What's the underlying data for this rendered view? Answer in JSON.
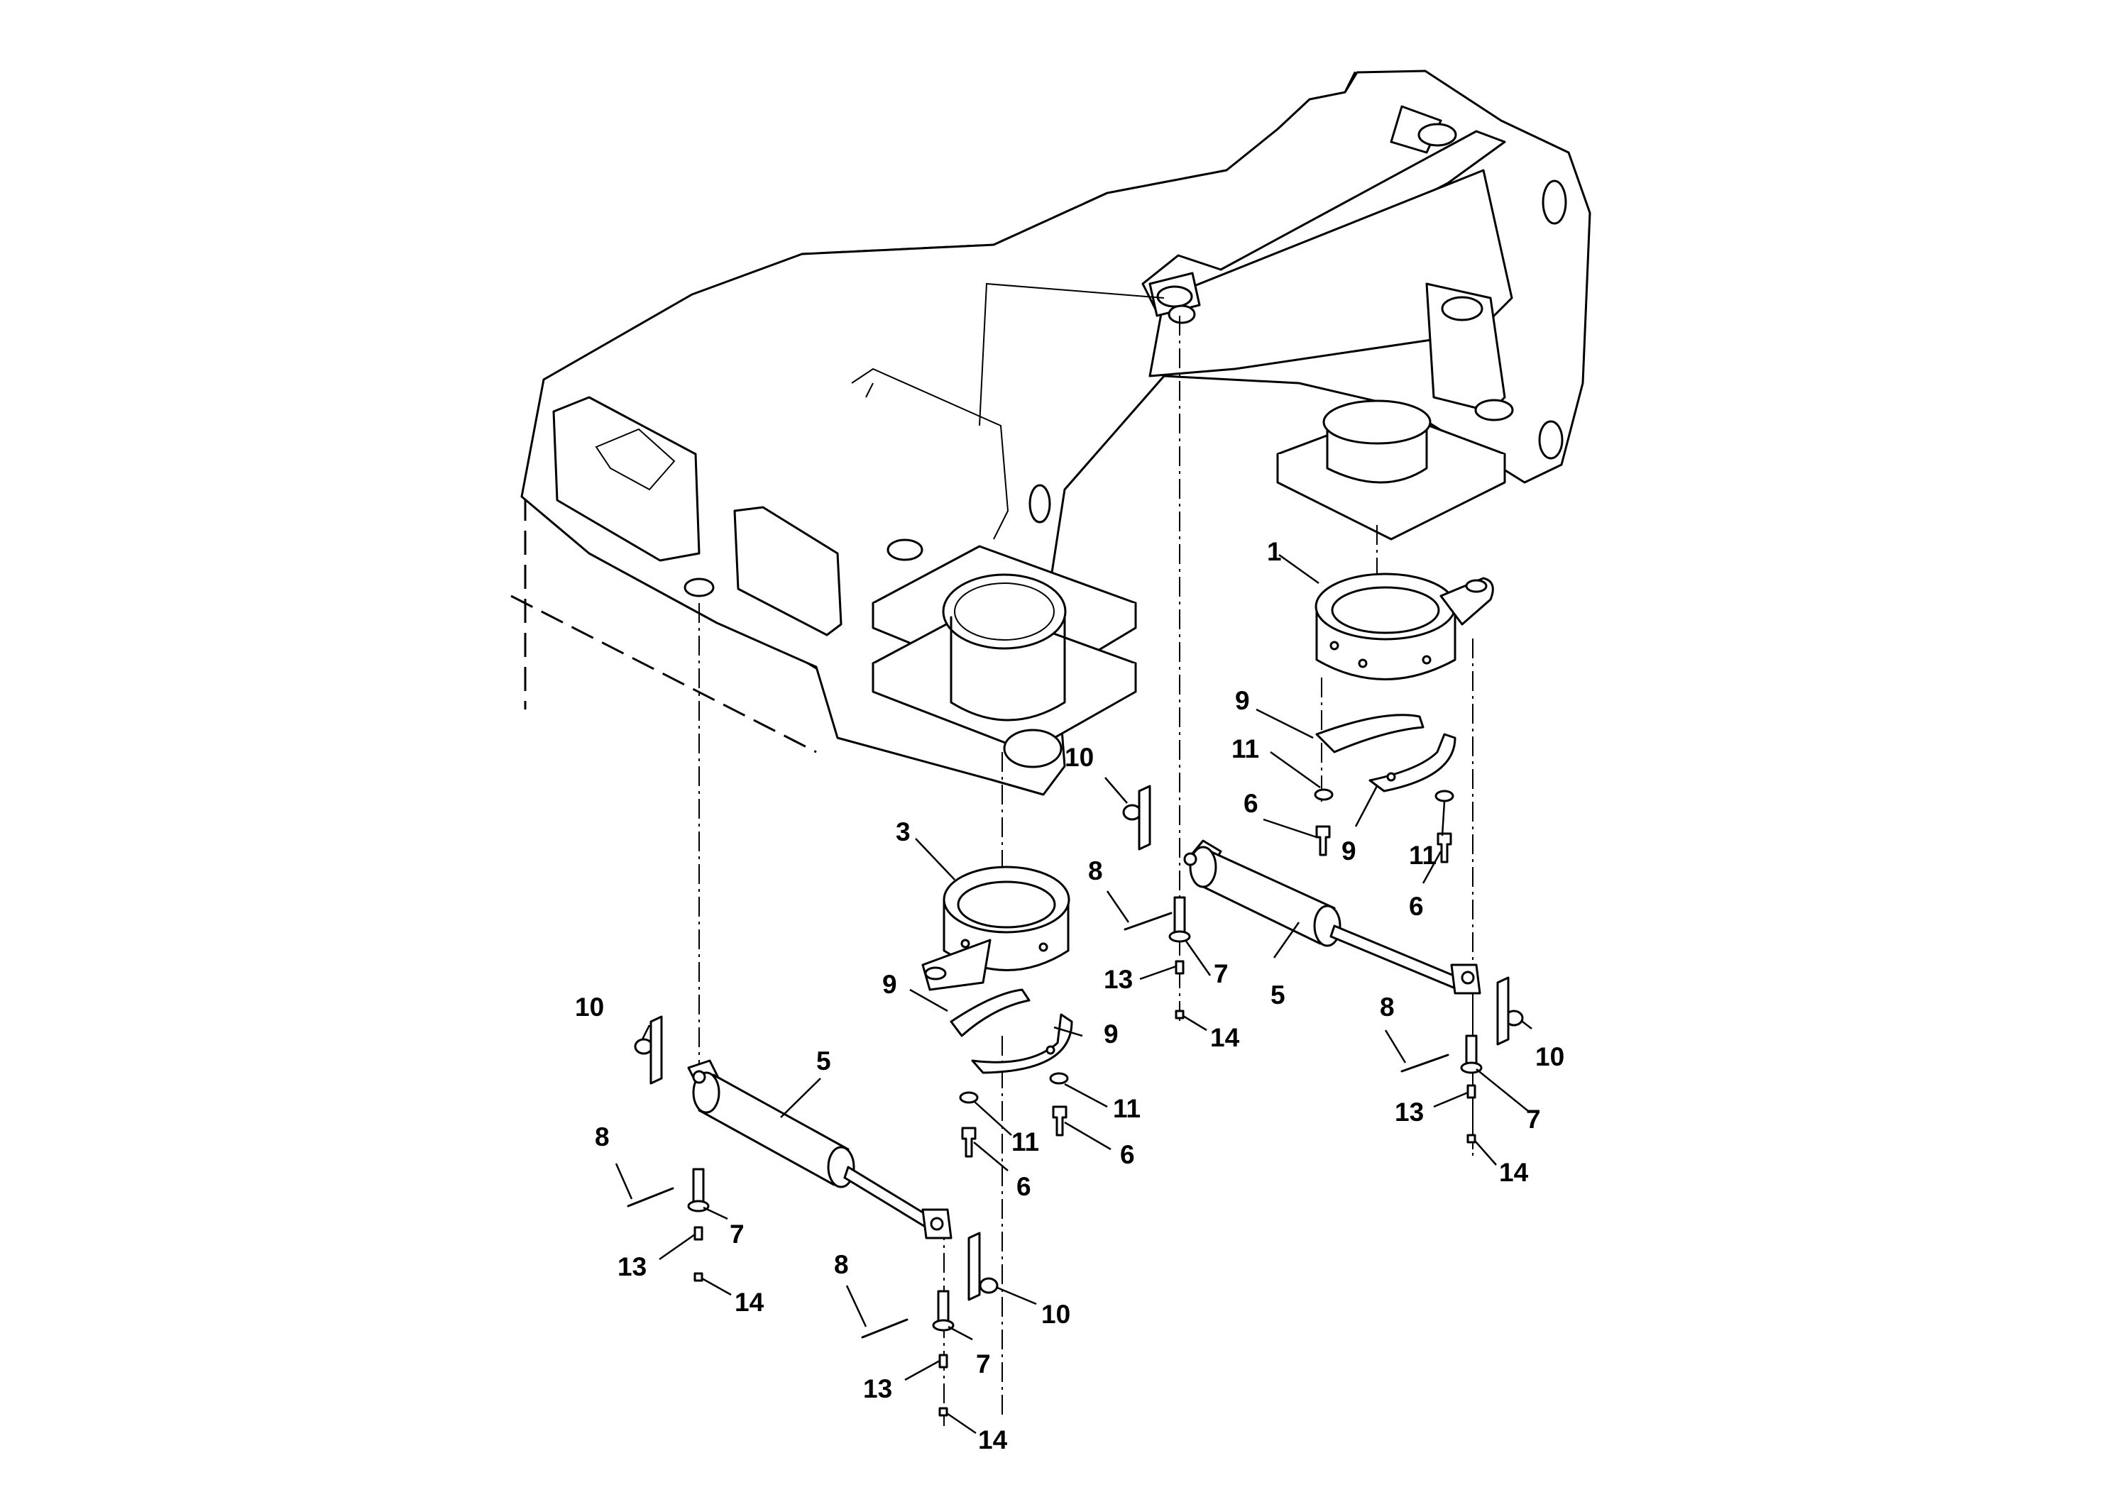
{
  "callouts": {
    "c1": "1",
    "c3": "3",
    "c5a": "5",
    "c5b": "5",
    "c6a": "6",
    "c6b": "6",
    "c6c": "6",
    "c6d": "6",
    "c7a": "7",
    "c7b": "7",
    "c7c": "7",
    "c7d": "7",
    "c8a": "8",
    "c8b": "8",
    "c8c": "8",
    "c8d": "8",
    "c9a": "9",
    "c9b": "9",
    "c9c": "9",
    "c9d": "9",
    "c10a": "10",
    "c10b": "10",
    "c10c": "10",
    "c10d": "10",
    "c11a": "11",
    "c11b": "11",
    "c11c": "11",
    "c11d": "11",
    "c13a": "13",
    "c13b": "13",
    "c13c": "13",
    "c13d": "13",
    "c14a": "14",
    "c14b": "14",
    "c14c": "14",
    "c14d": "14"
  }
}
